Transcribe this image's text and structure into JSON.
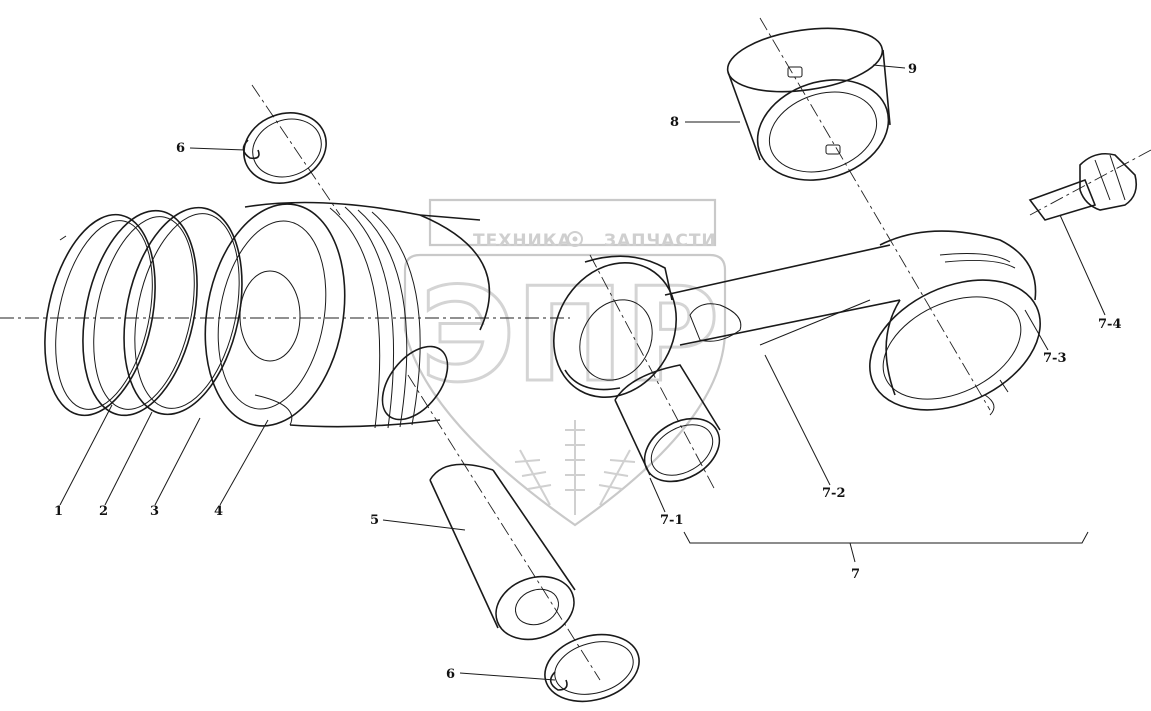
{
  "watermark": {
    "left_text": "ТЕХНИКА",
    "right_text": "ЗАПЧАСТИ",
    "logo_letters": "ЭПР"
  },
  "labels": {
    "l1": "1",
    "l2": "2",
    "l3": "3",
    "l4": "4",
    "l5": "5",
    "l6a": "6",
    "l6b": "6",
    "l7": "7",
    "l7_1": "7-1",
    "l7_2": "7-2",
    "l7_3": "7-3",
    "l7_4": "7-4",
    "l8": "8",
    "l9": "9"
  }
}
